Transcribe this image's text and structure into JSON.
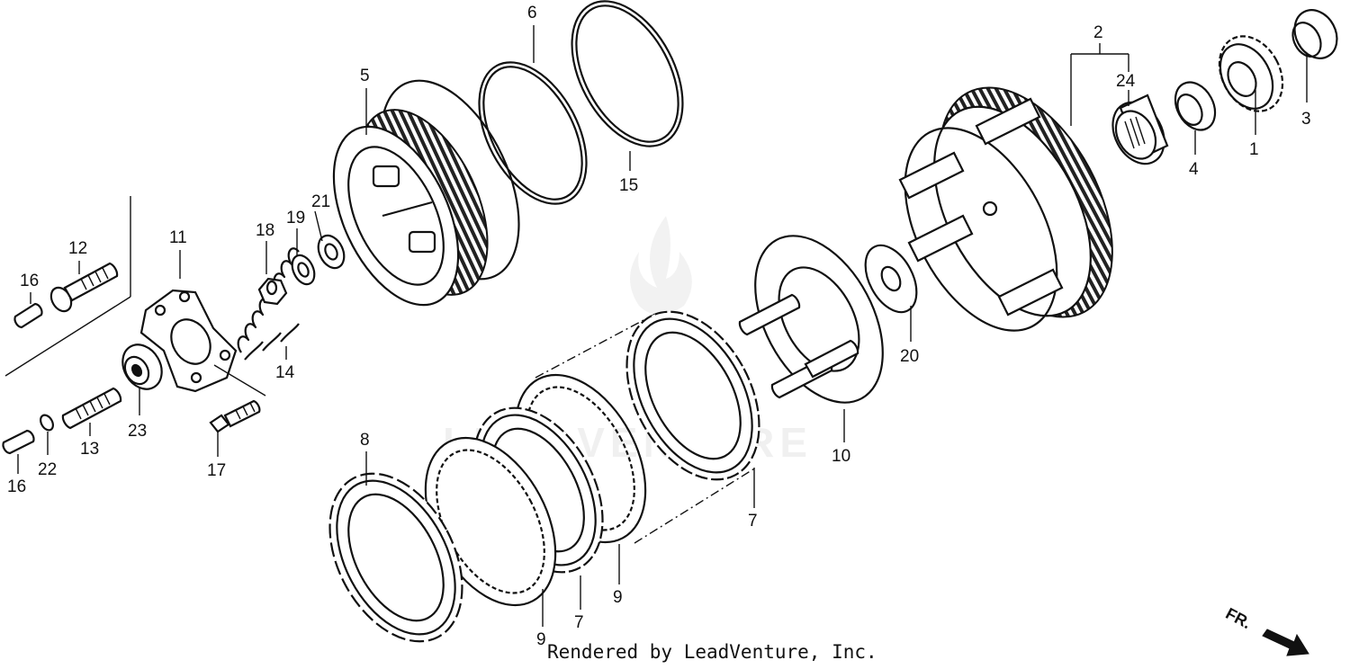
{
  "watermark": {
    "text": "LEADVENTURE"
  },
  "credit": {
    "text": "Rendered by LeadVenture, Inc."
  },
  "direction": {
    "label": "FR."
  },
  "callouts": [
    {
      "id": "c1",
      "label": "1"
    },
    {
      "id": "c2",
      "label": "2"
    },
    {
      "id": "c3",
      "label": "3"
    },
    {
      "id": "c4",
      "label": "4"
    },
    {
      "id": "c5",
      "label": "5"
    },
    {
      "id": "c6",
      "label": "6"
    },
    {
      "id": "c7a",
      "label": "7"
    },
    {
      "id": "c7b",
      "label": "7"
    },
    {
      "id": "c8",
      "label": "8"
    },
    {
      "id": "c9a",
      "label": "9"
    },
    {
      "id": "c9b",
      "label": "9"
    },
    {
      "id": "c10",
      "label": "10"
    },
    {
      "id": "c11",
      "label": "11"
    },
    {
      "id": "c12",
      "label": "12"
    },
    {
      "id": "c13",
      "label": "13"
    },
    {
      "id": "c14",
      "label": "14"
    },
    {
      "id": "c15",
      "label": "15"
    },
    {
      "id": "c16a",
      "label": "16"
    },
    {
      "id": "c16b",
      "label": "16"
    },
    {
      "id": "c17",
      "label": "17"
    },
    {
      "id": "c18",
      "label": "18"
    },
    {
      "id": "c19",
      "label": "19"
    },
    {
      "id": "c20",
      "label": "20"
    },
    {
      "id": "c21",
      "label": "21"
    },
    {
      "id": "c22",
      "label": "22"
    },
    {
      "id": "c23",
      "label": "23"
    },
    {
      "id": "c24",
      "label": "24"
    }
  ]
}
